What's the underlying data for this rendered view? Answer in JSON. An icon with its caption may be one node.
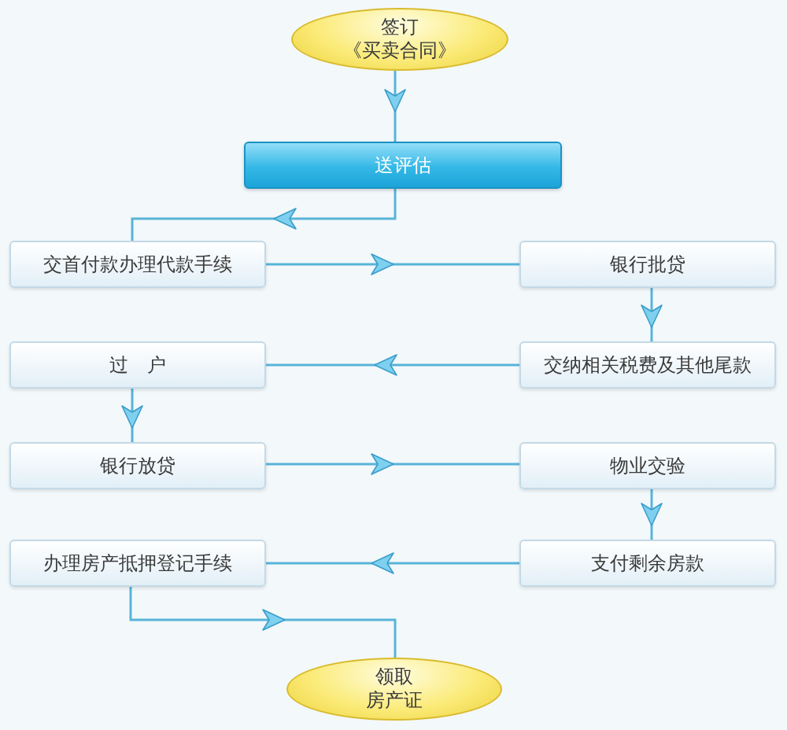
{
  "diagram": {
    "nodes": [
      {
        "text": [
          "签订",
          "《买卖合同》"
        ]
      },
      {
        "text": [
          "送评估"
        ]
      },
      {
        "text": [
          "交首付款办理代款手续"
        ]
      },
      {
        "text": [
          "银行批贷"
        ]
      },
      {
        "text": [
          "过　户"
        ]
      },
      {
        "text": [
          "交纳相关税费及其他尾款"
        ]
      },
      {
        "text": [
          "银行放贷"
        ]
      },
      {
        "text": [
          "物业交验"
        ]
      },
      {
        "text": [
          "办理房产抵押登记手续"
        ]
      },
      {
        "text": [
          "支付剩余房款"
        ]
      },
      {
        "text": [
          "领取",
          "房产证"
        ]
      }
    ],
    "edges": [
      {
        "from": 0,
        "to": 1,
        "arrow": "to"
      },
      {
        "from": 1,
        "to": 2,
        "arrow": "to"
      },
      {
        "from": 2,
        "to": 3,
        "arrow": "to"
      },
      {
        "from": 3,
        "to": 5,
        "arrow": "to"
      },
      {
        "from": 5,
        "to": 4,
        "arrow": "to"
      },
      {
        "from": 4,
        "to": 6,
        "arrow": "to"
      },
      {
        "from": 6,
        "to": 7,
        "arrow": "to"
      },
      {
        "from": 7,
        "to": 9,
        "arrow": "to"
      },
      {
        "from": 9,
        "to": 8,
        "arrow": "to"
      },
      {
        "from": 8,
        "to": 10,
        "arrow": "to"
      }
    ]
  }
}
